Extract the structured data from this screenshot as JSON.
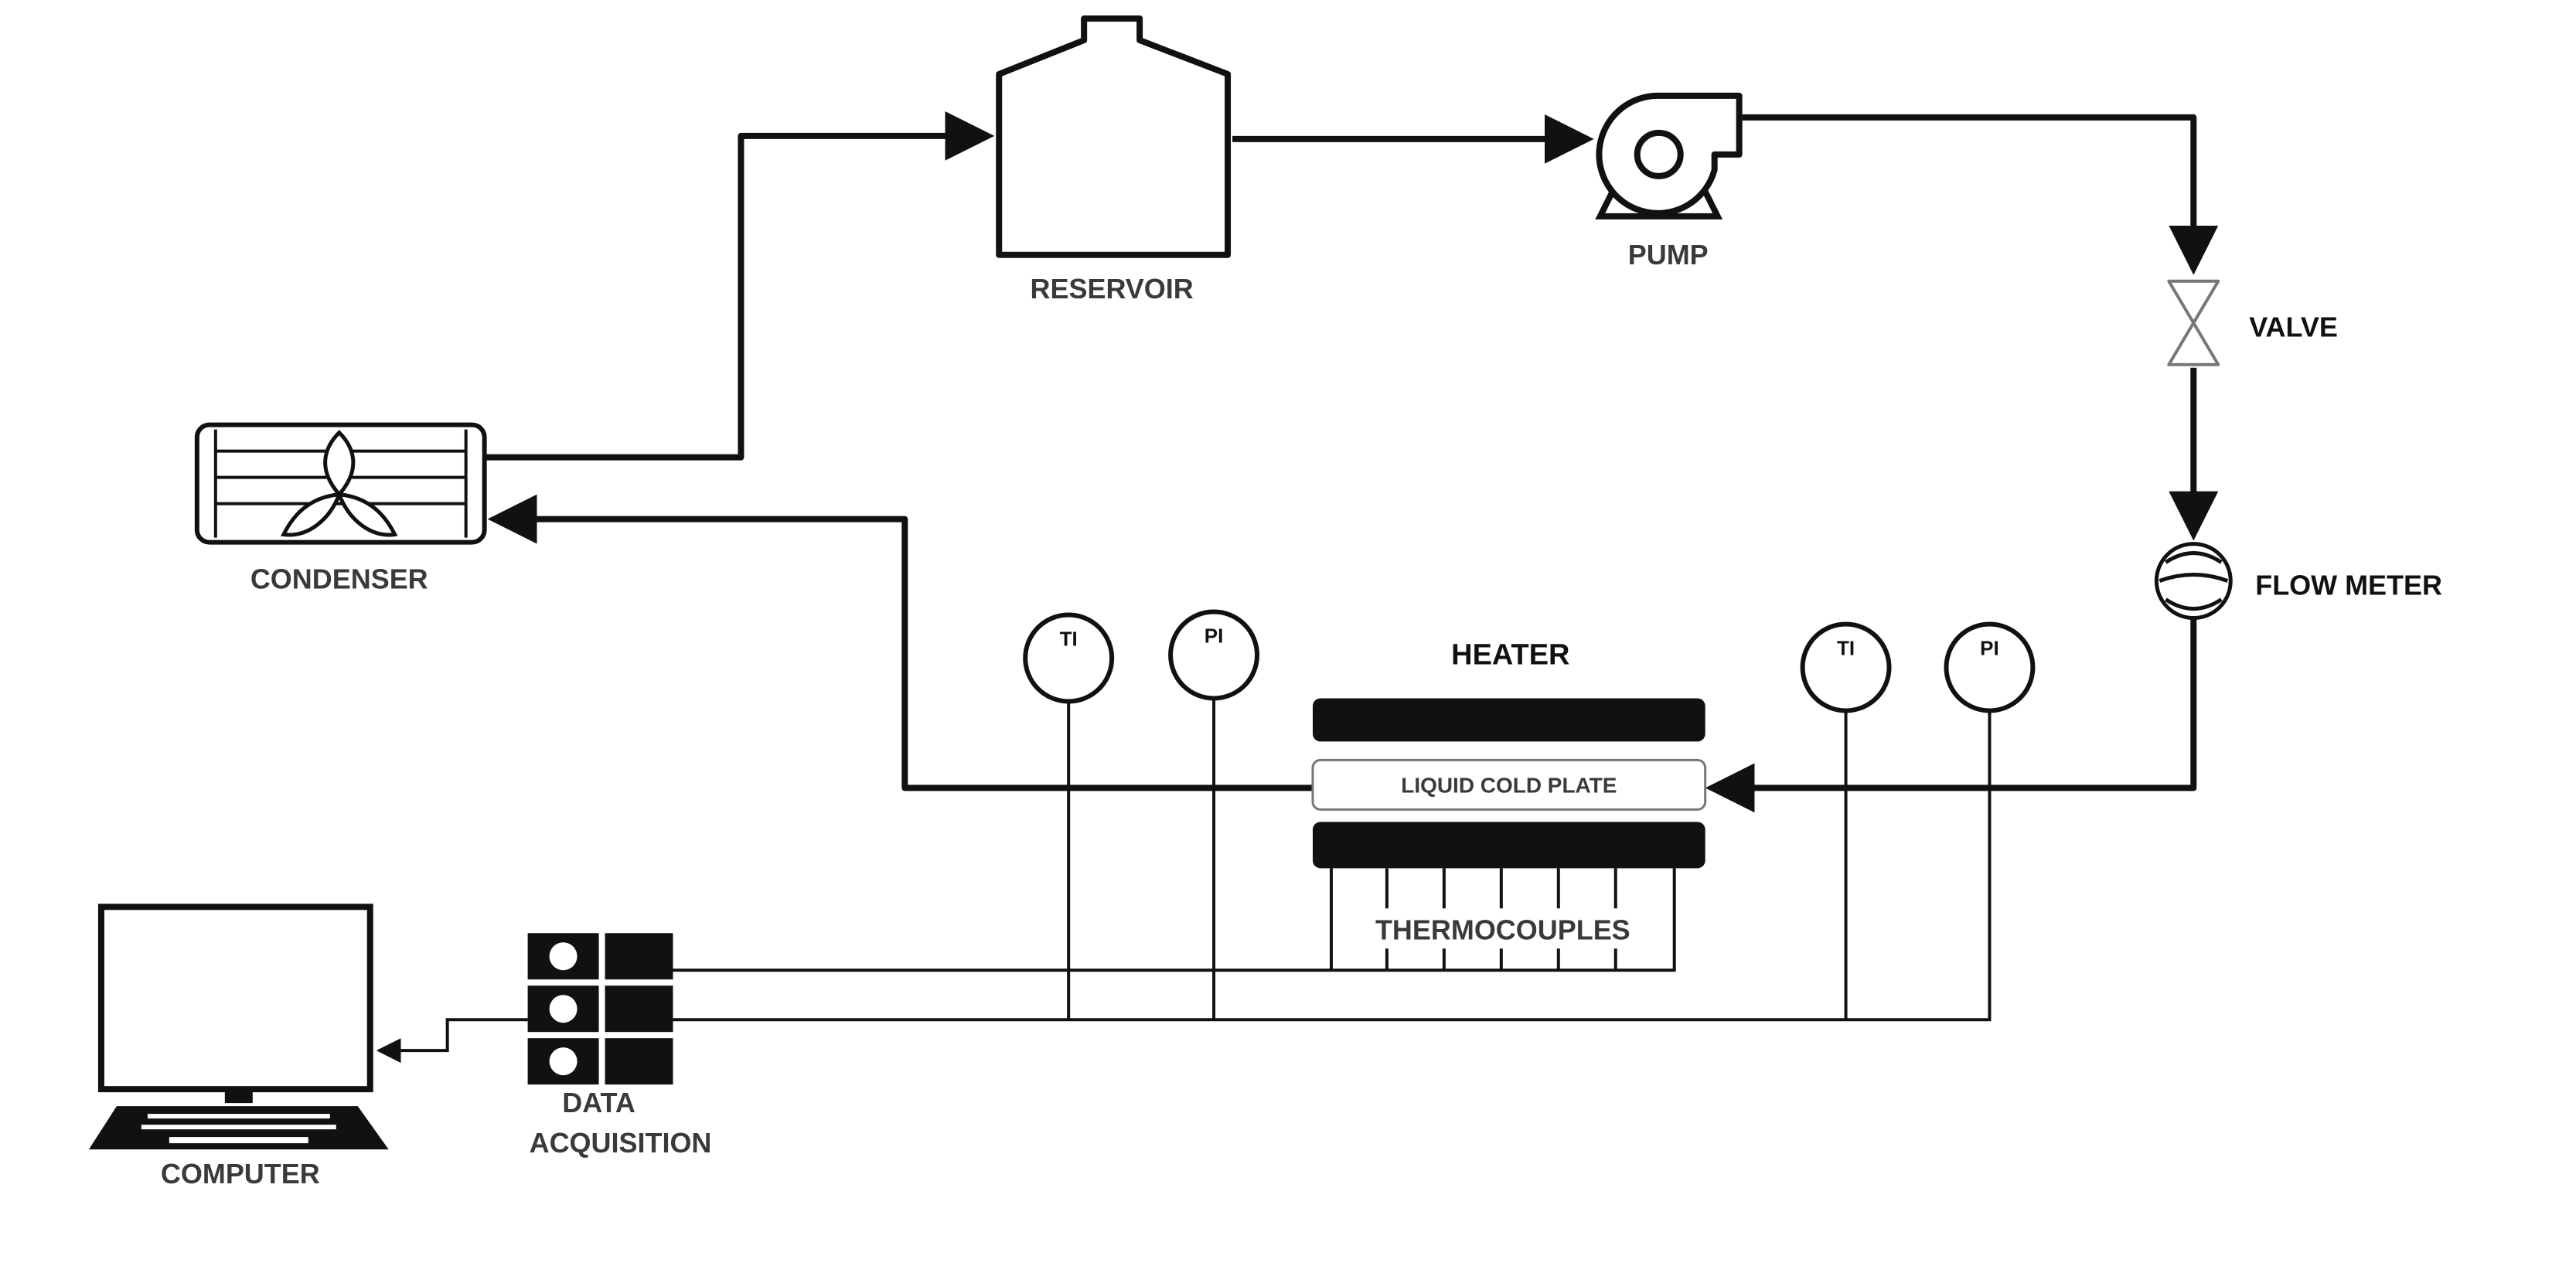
{
  "diagram": {
    "labels": {
      "reservoir": "RESERVOIR",
      "pump": "PUMP",
      "valve": "VALVE",
      "flow_meter": "FLOW METER",
      "condenser": "CONDENSER",
      "heater": "HEATER",
      "cold_plate": "LIQUID COLD PLATE",
      "thermocouples": "THERMOCOUPLES",
      "data_acquisition_line1": "DATA",
      "data_acquisition_line2": "ACQUISITION",
      "computer": "COMPUTER",
      "ti_outlet": "TI",
      "pi_outlet": "PI",
      "ti_inlet": "TI",
      "pi_inlet": "PI"
    }
  }
}
